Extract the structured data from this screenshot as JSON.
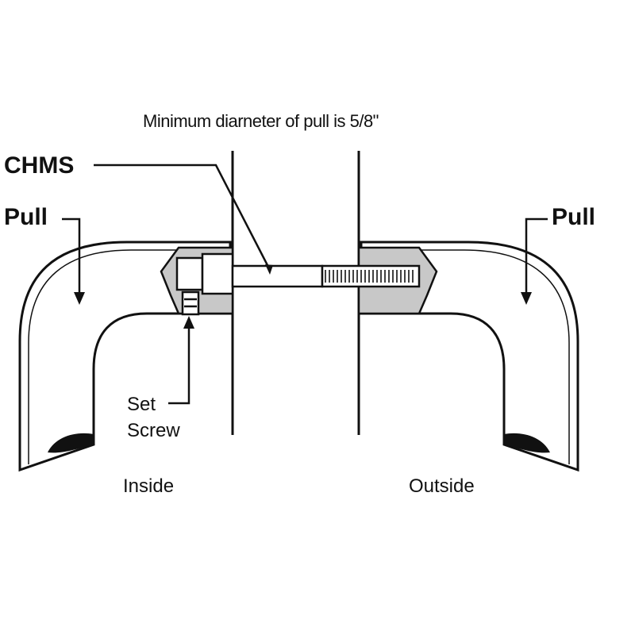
{
  "title_note": "Minimum diarneter of pull is 5/8\"",
  "labels": {
    "chms": "CHMS",
    "pull_left": "Pull",
    "pull_right": "Pull",
    "set_screw_line1": "Set",
    "set_screw_line2": "Screw",
    "inside": "Inside",
    "outside": "Outside"
  }
}
